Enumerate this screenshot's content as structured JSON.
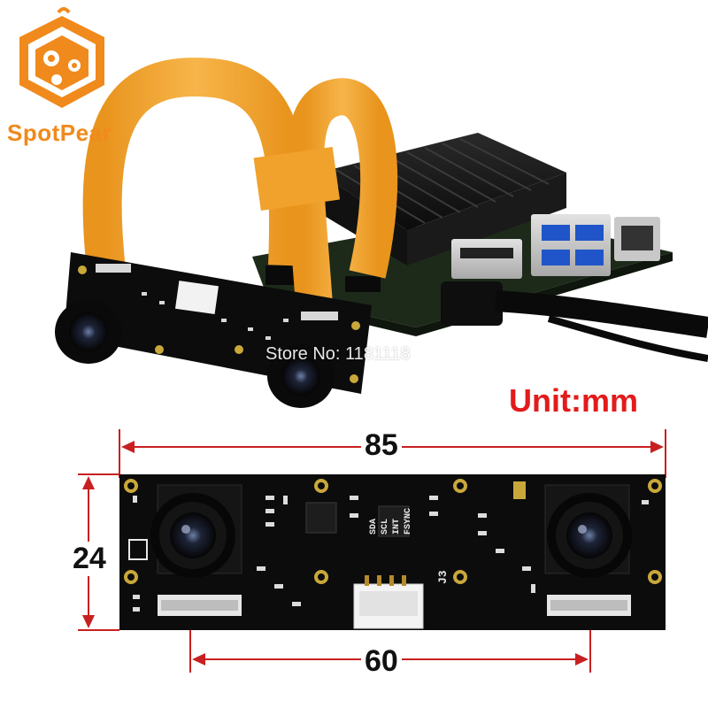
{
  "brand": {
    "name": "SpotPear",
    "color": "#f08a1c"
  },
  "watermark": "Store No: 1181118",
  "unit_label": "Unit:mm",
  "dimensions": {
    "width": "85",
    "height": "24",
    "lens_spacing": "60"
  },
  "board_silkscreen": {
    "pins": [
      "SDA",
      "SCL",
      "INT",
      "FSYNC"
    ],
    "connector": "J3"
  },
  "colors": {
    "accent_red": "#e31b1b",
    "cable": "#f0a22c",
    "pcb": "#0c0c0c",
    "gold_pad": "#c9a83a"
  }
}
